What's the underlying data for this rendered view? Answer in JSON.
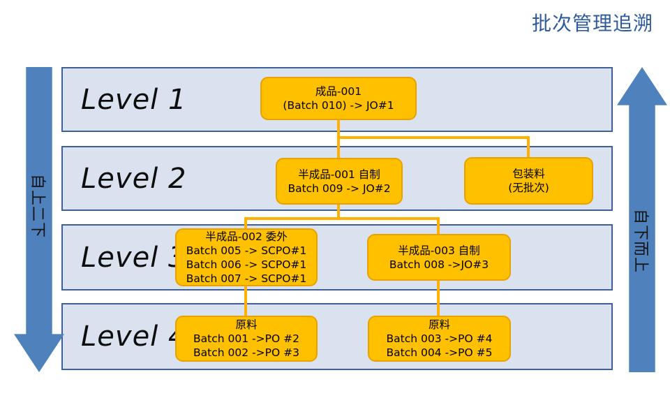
{
  "title": {
    "text": "批次管理追溯"
  },
  "arrows": {
    "left": {
      "label": "自上二下",
      "direction": "down"
    },
    "right": {
      "label": "自下而上",
      "direction": "up"
    }
  },
  "levels": [
    {
      "label": "Level 1"
    },
    {
      "label": "Level 2"
    },
    {
      "label": "Level 3"
    },
    {
      "label": "Level 4"
    }
  ],
  "nodes": {
    "finished": {
      "level": 1,
      "lines": [
        "成品-001",
        "(Batch 010) -> JO#1"
      ]
    },
    "semi001": {
      "level": 2,
      "lines": [
        "半成品-001 自制",
        "Batch 009 -> JO#2"
      ]
    },
    "packaging": {
      "level": 2,
      "lines": [
        "包装料",
        "(无批次)"
      ]
    },
    "semi002": {
      "level": 3,
      "lines": [
        "半成品-002 委外",
        "Batch 005 -> SCPO#1",
        "Batch 006 -> SCPO#1",
        "Batch 007 -> SCPO#1"
      ]
    },
    "semi003": {
      "level": 3,
      "lines": [
        "半成品-003 自制",
        "Batch 008 ->JO#3"
      ]
    },
    "raw_left": {
      "level": 4,
      "lines": [
        "原料",
        "Batch 001 ->PO #2",
        "Batch 002 ->PO #3"
      ]
    },
    "raw_right": {
      "level": 4,
      "lines": [
        "原料",
        "Batch 003 ->PO #4",
        "Batch 004 ->PO #5"
      ]
    }
  },
  "edges": [
    {
      "from": "finished",
      "to": "semi001"
    },
    {
      "from": "finished",
      "to": "packaging"
    },
    {
      "from": "semi001",
      "to": "semi002"
    },
    {
      "from": "semi001",
      "to": "semi003"
    },
    {
      "from": "semi002",
      "to": "raw_left"
    },
    {
      "from": "semi003",
      "to": "raw_right"
    }
  ],
  "colors": {
    "node_fill": "#ffc000",
    "node_border": "#e7a100",
    "connector": "#ffb000",
    "band_fill": "#dbe2ef",
    "band_border": "#3e6094",
    "arrow_fill": "#4f81bd",
    "title_text": "#2e5b9e"
  }
}
